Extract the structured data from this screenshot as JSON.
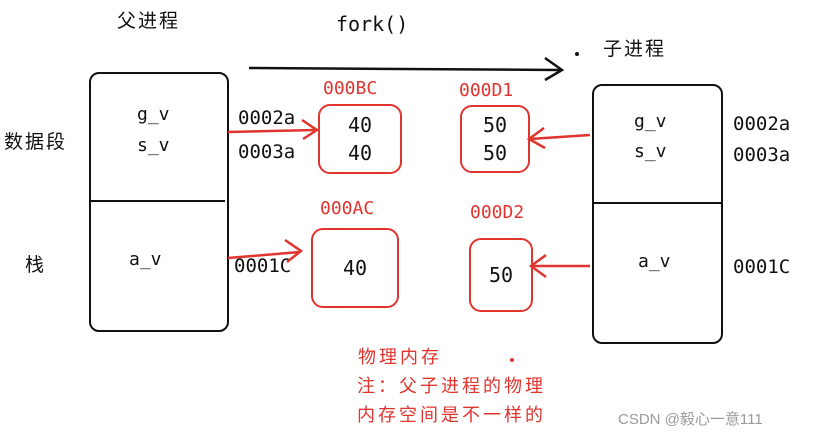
{
  "titles": {
    "parent": "父进程",
    "child": "子进程",
    "fork": "fork()"
  },
  "sections": {
    "data_segment": "数据段",
    "stack": "栈"
  },
  "parent": {
    "vars_data": [
      "g_v",
      "s_v"
    ],
    "vars_stack": "a_v",
    "addrs_data": [
      "0002a",
      "0003a"
    ],
    "addr_stack": "0001C"
  },
  "child": {
    "vars_data": [
      "g_v",
      "s_v"
    ],
    "vars_stack": "a_v",
    "addrs_data": [
      "0002a",
      "0003a"
    ],
    "addr_stack": "0001C"
  },
  "memory": {
    "parent_data": {
      "label": "000BC",
      "values": [
        "40",
        "40"
      ]
    },
    "child_data": {
      "label": "000D1",
      "values": [
        "50",
        "50"
      ]
    },
    "parent_stack": {
      "label": "000AC",
      "value": "40"
    },
    "child_stack": {
      "label": "000D2",
      "value": "50"
    }
  },
  "notes": {
    "physical": "物理内存",
    "line1": "注：父子进程的物理",
    "line2": "内存空间是不一样的"
  },
  "watermark": "CSDN @毅心一意111",
  "colors": {
    "accent": "#e0342f",
    "ink": "#111111"
  }
}
